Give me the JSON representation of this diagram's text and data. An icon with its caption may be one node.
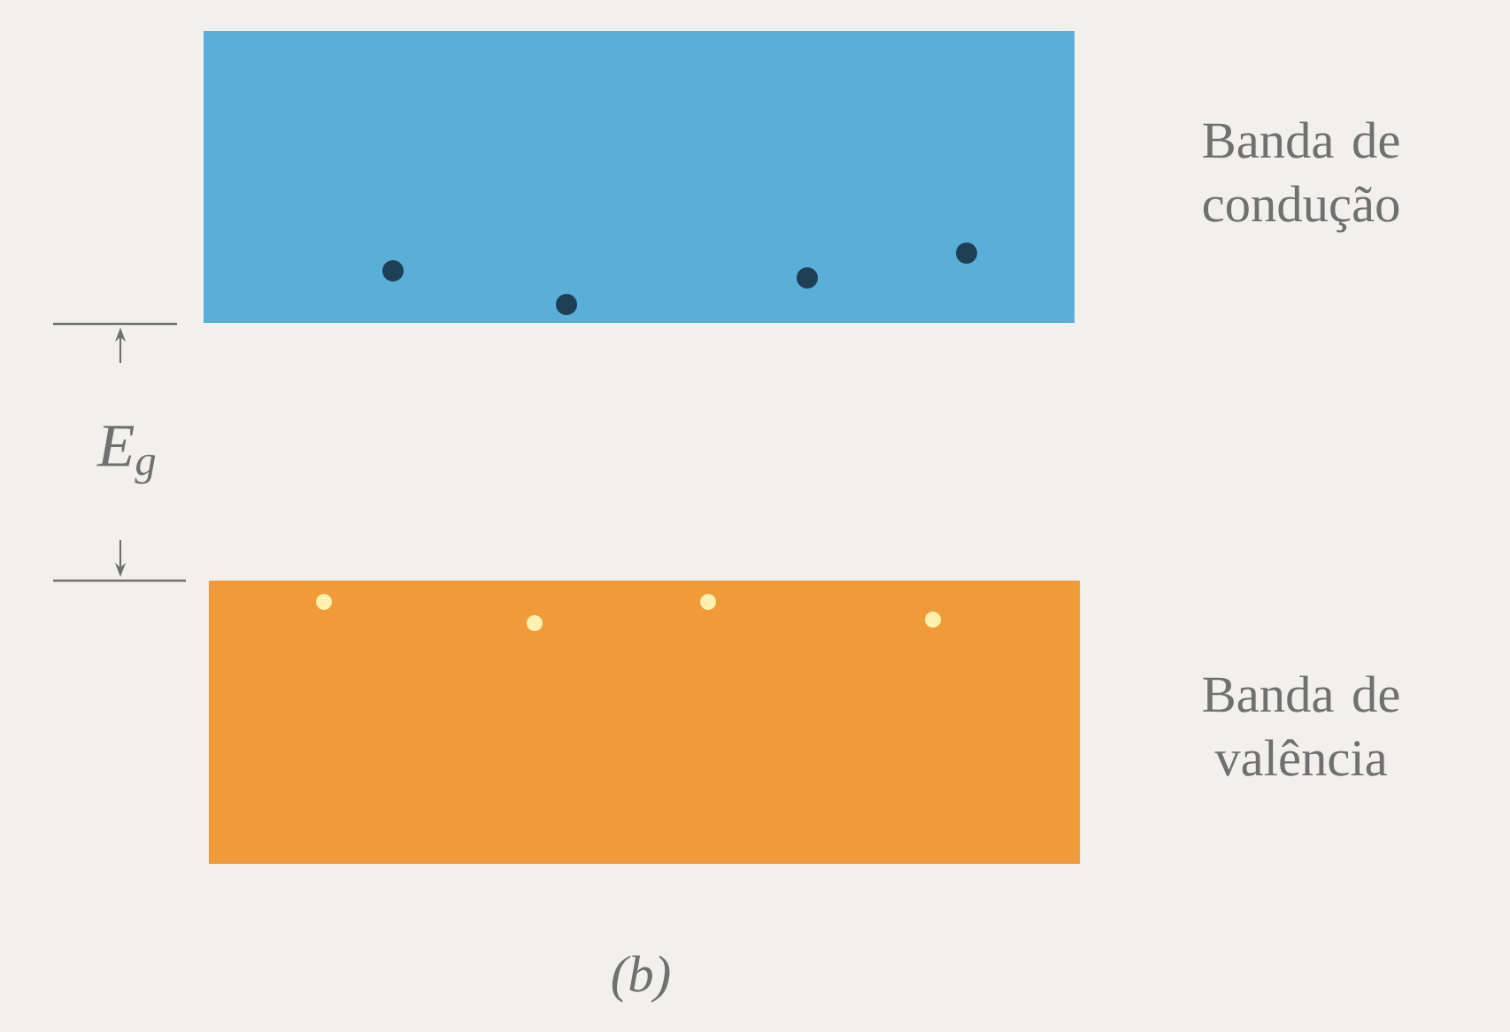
{
  "diagram": {
    "caption": "(b)",
    "nodes": [
      {
        "text": [],
        "shape": "box",
        "beside": [
          "Banda de condução"
        ]
      },
      {
        "text": [],
        "shape": "box",
        "beside": [
          "Banda de valência"
        ]
      }
    ],
    "labels": [
      "E$_{g}$"
    ]
  }
}
